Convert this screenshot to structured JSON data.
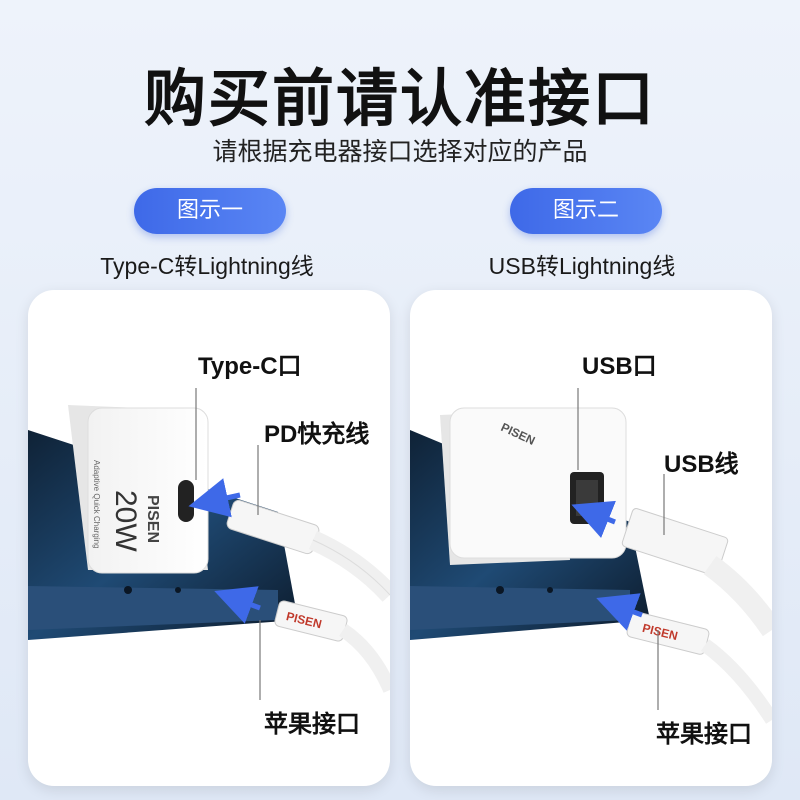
{
  "header": {
    "title": "购买前请认准接口",
    "subtitle": "请根据充电器接口选择对应的产品"
  },
  "options": [
    {
      "badge": "图示一",
      "caption": "Type-C转Lightning线",
      "charger_port_label": "Type-C口",
      "cable_label": "PD快充线",
      "phone_port_label": "苹果接口",
      "charger_wattage": "20W",
      "charger_small_text": "Adaptive Quick Charging",
      "brand": "PISEN"
    },
    {
      "badge": "图示二",
      "caption": "USB转Lightning线",
      "charger_port_label": "USB口",
      "cable_label": "USB线",
      "phone_port_label": "苹果接口",
      "brand": "PISEN"
    }
  ],
  "colors": {
    "accent": "#3e69e8",
    "arrow": "#3e69e8",
    "phone": "#1e3a5f"
  }
}
